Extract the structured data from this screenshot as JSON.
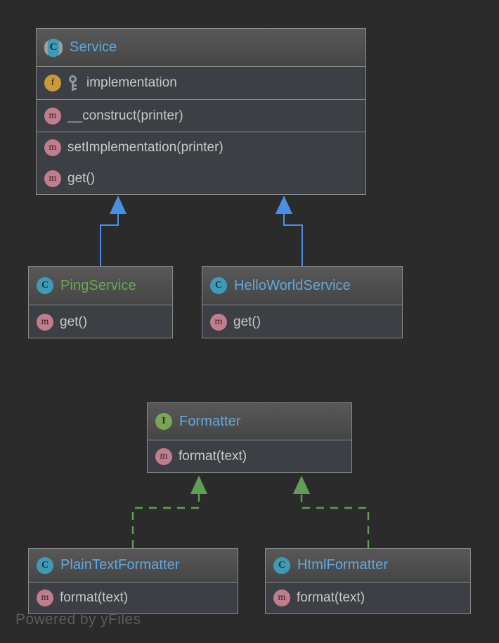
{
  "canvas": {
    "background": "#2b2b2b",
    "watermark": "Powered by yFiles"
  },
  "palette": {
    "node_fill": "#3c4044",
    "node_header_fill": "#4e4e4e",
    "node_border": "#8a8a8a",
    "title_blue": "#62a8dd",
    "title_green": "#6aa84f",
    "member_text": "#c8c8c8",
    "icon_class": "#3f9bb5",
    "icon_interface": "#7aa559",
    "icon_method": "#bf7d8d",
    "icon_field": "#c99a3c",
    "inheritance_edge": "#4a90e2",
    "realization_edge": "#5f9e54"
  },
  "nodes": {
    "service": {
      "title": "Service",
      "stereotype_icon": "class-icon",
      "title_color": "blue",
      "members": [
        {
          "icon": "field-icon",
          "visibility_icon": "key-icon",
          "label": "implementation"
        },
        {
          "icon": "method-icon",
          "label": "__construct(printer)"
        },
        {
          "icon": "method-icon",
          "label": "setImplementation(printer)"
        },
        {
          "icon": "method-icon",
          "label": "get()"
        }
      ]
    },
    "ping_service": {
      "title": "PingService",
      "stereotype_icon": "class-icon",
      "title_color": "green",
      "members": [
        {
          "icon": "method-icon",
          "label": "get()"
        }
      ]
    },
    "hello_world_service": {
      "title": "HelloWorldService",
      "stereotype_icon": "class-icon",
      "title_color": "blue",
      "members": [
        {
          "icon": "method-icon",
          "label": "get()"
        }
      ]
    },
    "formatter": {
      "title": "Formatter",
      "stereotype_icon": "interface-icon",
      "title_color": "blue",
      "members": [
        {
          "icon": "method-icon",
          "label": "format(text)"
        }
      ]
    },
    "plain_text_formatter": {
      "title": "PlainTextFormatter",
      "stereotype_icon": "class-icon",
      "title_color": "blue",
      "members": [
        {
          "icon": "method-icon",
          "label": "format(text)"
        }
      ]
    },
    "html_formatter": {
      "title": "HtmlFormatter",
      "stereotype_icon": "class-icon",
      "title_color": "blue",
      "members": [
        {
          "icon": "method-icon",
          "label": "format(text)"
        }
      ]
    }
  },
  "edges": [
    {
      "type": "inheritance",
      "from": "PingService",
      "to": "Service",
      "style": "solid",
      "arrowhead": "filled-triangle"
    },
    {
      "type": "inheritance",
      "from": "HelloWorldService",
      "to": "Service",
      "style": "solid",
      "arrowhead": "filled-triangle"
    },
    {
      "type": "realization",
      "from": "PlainTextFormatter",
      "to": "Formatter",
      "style": "dashed",
      "arrowhead": "filled-triangle"
    },
    {
      "type": "realization",
      "from": "HtmlFormatter",
      "to": "Formatter",
      "style": "dashed",
      "arrowhead": "filled-triangle"
    }
  ]
}
